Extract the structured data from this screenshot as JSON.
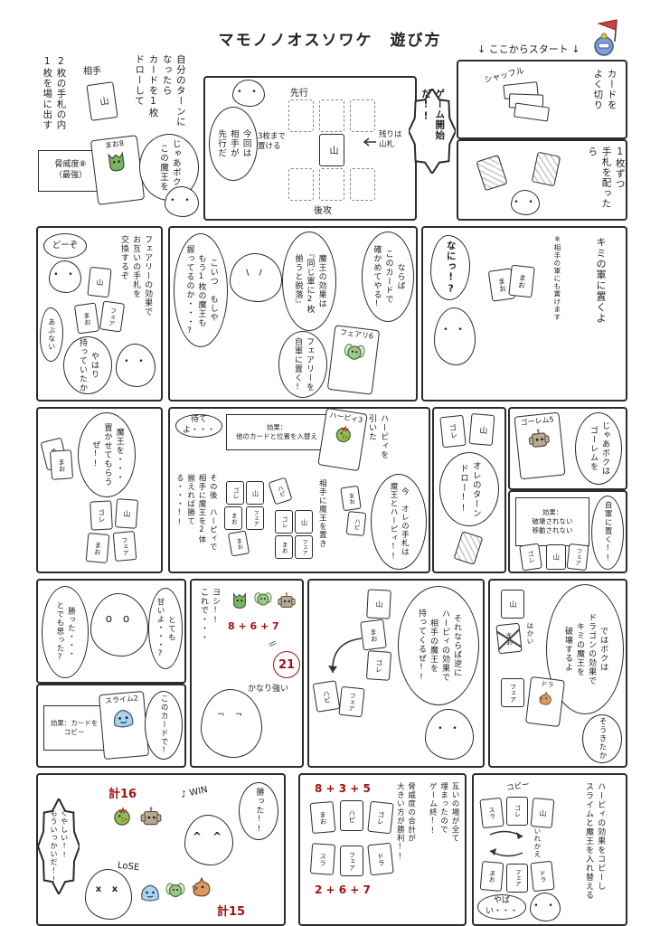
{
  "header": {
    "title": "マモノノオスソワケ　遊び方",
    "start_note": "↓ ここからスタート ↓"
  },
  "labels": {
    "yama": "山",
    "mao": "まお",
    "gore": "ゴレ",
    "fea": "フェア",
    "hapi": "ハピ",
    "dora": "ドラ",
    "sura": "スラ"
  },
  "p": {
    "r1L": {
      "hand_note": "2枚の手札の内\n1枚を場に出す",
      "aite": "相手",
      "turn_note": "自分のターンに\nなったら\nカードを1枚\nドローして",
      "threat": "脅威度⑧\n（最強）",
      "maou_card": "まお8",
      "speech": "じゃあボクは\nこの魔王を"
    },
    "r1M": {
      "speech": "今回は\n相手が\n先行だ",
      "first": "先行",
      "second": "後攻",
      "place3": "3枚まで\n置ける",
      "rest": "残りは\n山札",
      "burst": "ゲーム開始だ!!"
    },
    "r1R1": {
      "shuffle": "シャッフル",
      "note": "カードを\nよく切り"
    },
    "r1R2": {
      "note": "1枚ずつ\n手札を配ったら"
    },
    "r2L": {
      "douzo": "どーぞ",
      "fx": "フェアリーの効果で\nお互いの手札を\n交換するぞ",
      "yahari": "やはり\n持っていたか",
      "abunai": "あぶない"
    },
    "r2M": {
      "koitsu": "こいつ　もしや\nもう1枚の魔王も\n握ってるのか・・・?",
      "fx": "魔王の効果は\n『同じ軍に2枚\n揃うと脱落』",
      "naraba": "ならば\nこのカードで\n確かめてやる!",
      "place": "フェアリーを\n自軍に置く!",
      "fairy_card": "フェアリ6"
    },
    "r2R": {
      "nani": "なにっ!?",
      "speech": "キミの軍に置くよ",
      "note": "※相手の軍にも置けます"
    },
    "r3L": {
      "speech": "魔王を・・・\n置かせてもらうぜ!!"
    },
    "r3M": {
      "mate": "待てよ・・・",
      "fx": "効果：\n他のカードと位置を入替え",
      "harpy_card": "ハーピィ3",
      "drew": "ハーピィを\n引いた",
      "plan1": "その後　ハーピィで\n相手に魔王を2体\n揃えれば勝てる・・・!!",
      "plan2": "相手に魔王を置き",
      "hand": "今　オレの手札は\n魔王とハーピィ!!"
    },
    "r3D": {
      "draw": "オレのターン\nドロー!!"
    },
    "r3R": {
      "golem_card": "ゴーレム5",
      "speech": "じゃあボクは\nゴーレムを",
      "fx": "効果：\n破壊されない\n移動されない",
      "place": "自軍に置く!!"
    },
    "r4A": {
      "thought": "勝った・・・\nとでも思った?",
      "amai": "とても\n甘いよ・・・?",
      "slime_card": "スライム2",
      "kono": "このカードで!",
      "fx": "効果：カードを\nコピー"
    },
    "r4B": {
      "yoshi": "ヨシ!!\nこれで・・・",
      "sum": "8 + 6 + 7",
      "eq": "＝",
      "total": "21",
      "strong": "かなり強い"
    },
    "r4C": {
      "speech": "それならば逆に\nハーピィの効果で\n相手の魔王を\n持ってくるぜ!!"
    },
    "r4D": {
      "speech": "ではボクは\nドラゴンの効果で\nキミの魔王を\n破壊するよ",
      "hakai": "はかい",
      "sou": "そうきたか"
    },
    "r5A": {
      "kei16": "計16",
      "win": "♪ WIN",
      "katta": "勝った!!",
      "lose": "LoSE",
      "kei15": "計15",
      "kuyashii": "くやしい!!\nもういっかいだ!!"
    },
    "r5B": {
      "sum_top": "8 + 3 + 5",
      "end_note": "互いの場が全て\n埋まったので\nゲーム終!!",
      "win_note": "脅威度の合計が\n大きい方が勝利!!",
      "sum_bottom": "2 + 6 + 7"
    },
    "r5C": {
      "speech": "ハーピィの効果をコピーし\nスライムと魔王を入れ替える",
      "copy": "コピー",
      "irekae": "いれかえ",
      "yabai": "やばい・・・"
    }
  },
  "colors": {
    "ink": "#222222",
    "accent_red": "#a31111"
  }
}
